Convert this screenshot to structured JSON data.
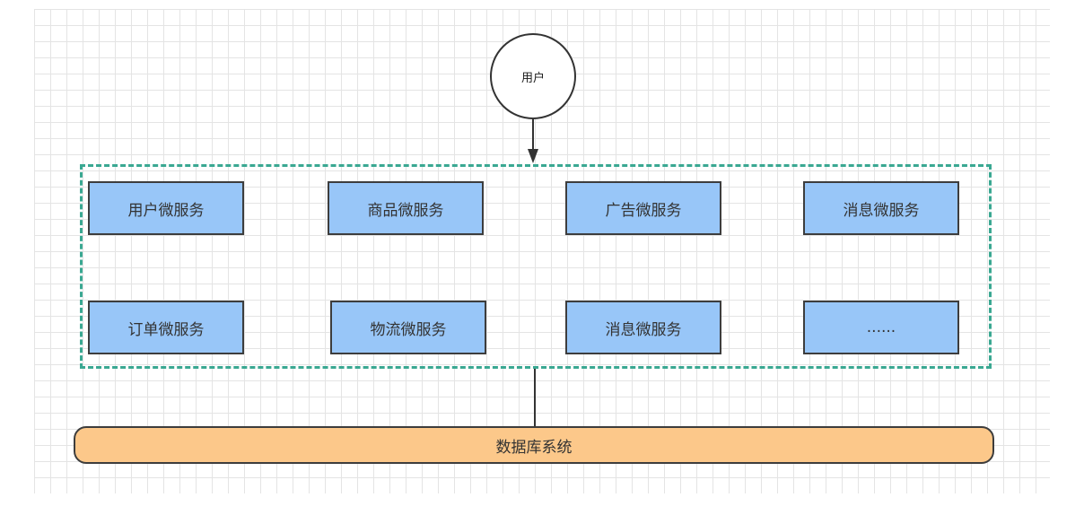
{
  "diagram": {
    "user": {
      "label": "用户"
    },
    "services": [
      {
        "label": "用户微服务"
      },
      {
        "label": "商品微服务"
      },
      {
        "label": "广告微服务"
      },
      {
        "label": "消息微服务"
      },
      {
        "label": "订单微服务"
      },
      {
        "label": "物流微服务"
      },
      {
        "label": "消息微服务"
      },
      {
        "label": "......"
      }
    ],
    "database": {
      "label": "数据库系统"
    },
    "colors": {
      "service_fill": "#98c6f8",
      "database_fill": "#fcc88a",
      "cluster_border": "#3aa892",
      "stroke": "#333333"
    }
  }
}
